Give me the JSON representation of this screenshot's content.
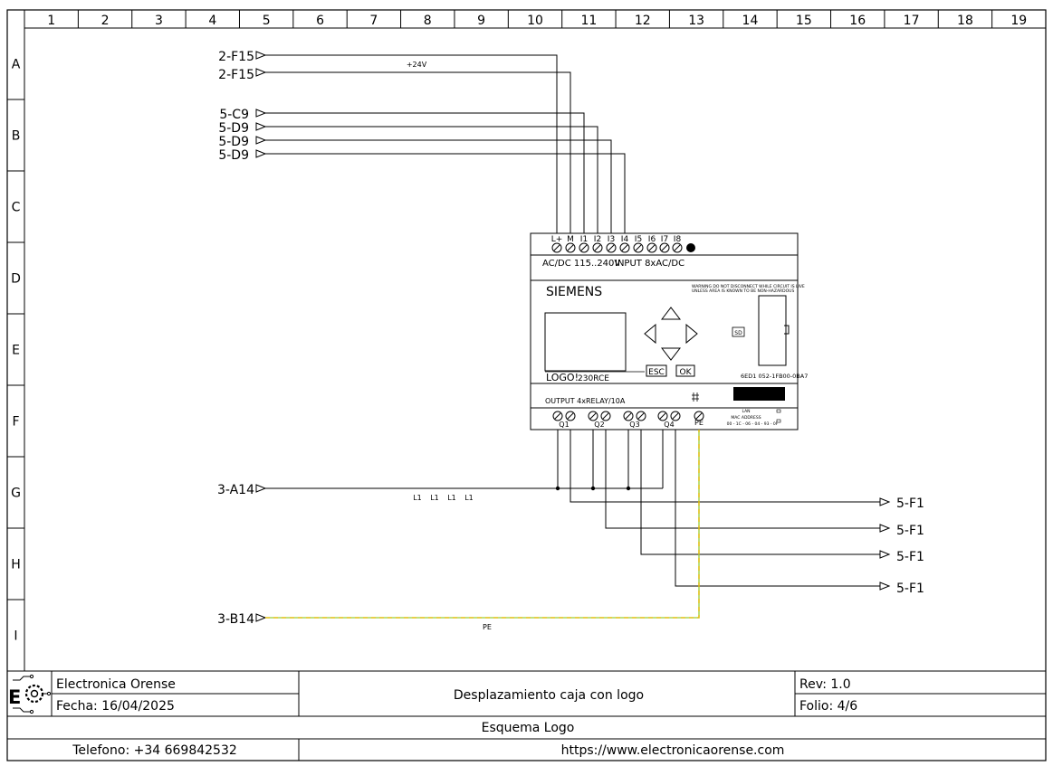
{
  "columns": [
    "1",
    "2",
    "3",
    "4",
    "5",
    "6",
    "7",
    "8",
    "9",
    "10",
    "11",
    "12",
    "13",
    "14",
    "15",
    "16",
    "17",
    "18",
    "19"
  ],
  "rows": [
    "A",
    "B",
    "C",
    "D",
    "E",
    "F",
    "G",
    "H",
    "I"
  ],
  "refs": {
    "a_f15_1": "2-F15",
    "a_f15_2": "2-F15",
    "b_c9": "5-C9",
    "b_d9_1": "5-D9",
    "b_d9_2": "5-D9",
    "b_d9_3": "5-D9",
    "g_a14": "3-A14",
    "i_b14": "3-B14",
    "out_f1_1": "5-F1",
    "out_f1_2": "5-F1",
    "out_f1_3": "5-F1",
    "out_f1_4": "5-F1"
  },
  "wire_labels": {
    "plus24v": "+24V",
    "l1": [
      "L1",
      "L1",
      "L1",
      "L1"
    ],
    "pe": "PE"
  },
  "plc": {
    "input_terminals": [
      "L+",
      "M",
      "I1",
      "I2",
      "I3",
      "I4",
      "I5",
      "I6",
      "I7",
      "I8"
    ],
    "supply_label": "AC/DC 115..240V",
    "input_label": "INPUT 8xAC/DC",
    "brand": "SIEMENS",
    "warning_line1": "WARNING DO NOT DISCONNECT WHILE CIRCUIT IS LIVE",
    "warning_line2": "UNLESS AREA IS KNOWN TO BE NON-HAZARDOUS",
    "sd_label": "SD",
    "model_prefix": "LOGO!",
    "model": "230RCE",
    "esc_label": "ESC",
    "ok_label": "OK",
    "part_number": "6ED1 052-1FB00-0BA7",
    "output_label": "OUTPUT 4xRELAY/10A",
    "output_terminals": [
      "Q1",
      "Q2",
      "Q3",
      "Q4"
    ],
    "pe_terminal": "PE",
    "lan_label": "LAN",
    "mac_label": "MAC ADDRESS",
    "mac_value": "00 - 1C - 06 - 04 - 93 - 0F"
  },
  "title_block": {
    "company": "Electronica Orense",
    "date": "Fecha: 16/04/2025",
    "project": "Desplazamiento caja con logo",
    "revision": "Rev: 1.0",
    "folio": "Folio: 4/6",
    "sheet_title": "Esquema Logo",
    "phone": "Telefono: +34 669842532",
    "website": "https://www.electronicaorense.com"
  },
  "colors": {
    "pe_wire": "#9acd32",
    "pe_wire_dash": "#e6b800",
    "line": "#000000"
  }
}
